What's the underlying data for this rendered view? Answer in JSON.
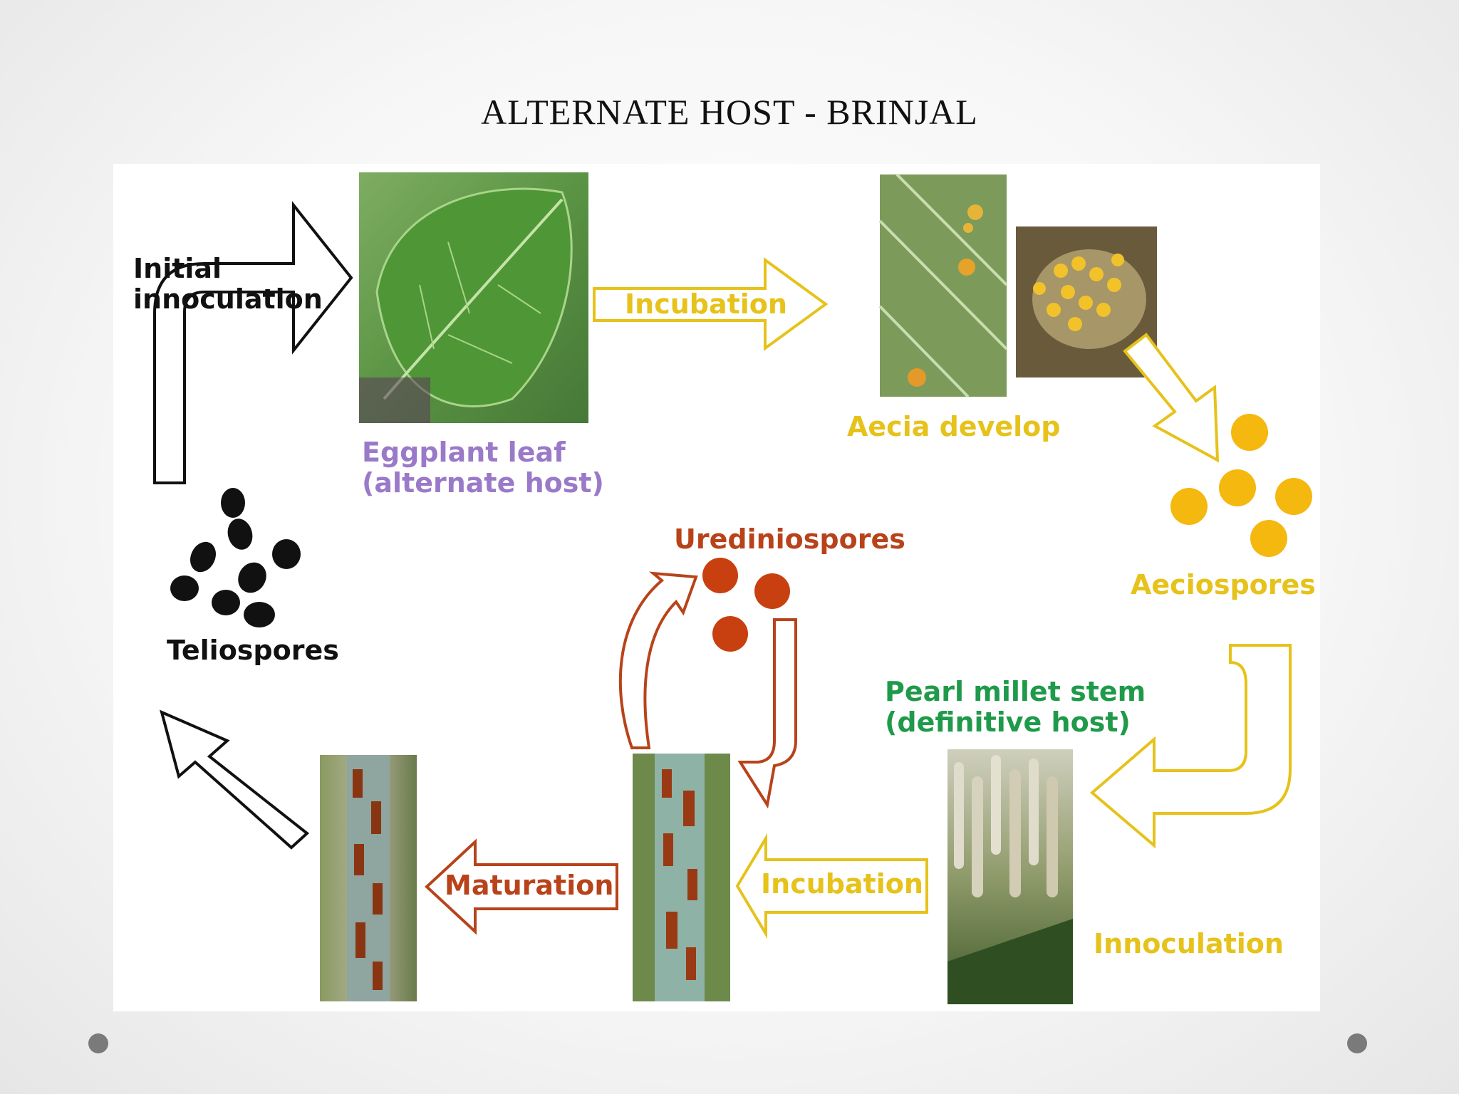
{
  "slide": {
    "title": "ALTERNATE HOST - BRINJAL"
  },
  "diagram": {
    "labels": {
      "initial_line1": "Initial",
      "initial_line2": "innoculation",
      "incubation_top": "Incubation",
      "eggplant_line1": "Eggplant leaf",
      "eggplant_line2": "(alternate host)",
      "aecia_develop": "Aecia develop",
      "aeciospores": "Aeciospores",
      "urediniospores": "Urediniospores",
      "teliospores": "Teliospores",
      "pearl_line1": "Pearl millet stem",
      "pearl_line2": "(definitive host)",
      "maturation": "Maturation",
      "incubation_bottom": "Incubation",
      "innoculation": "Innoculation"
    },
    "colors": {
      "black": "#111111",
      "yellow": "#e6c21a",
      "spore_yellow": "#f4b80f",
      "red_brown": "#b8431a",
      "spore_red": "#c8400f",
      "purple": "#9a7ac8",
      "green": "#1f9a4a",
      "leaf_green": "#4f9a3c"
    }
  }
}
